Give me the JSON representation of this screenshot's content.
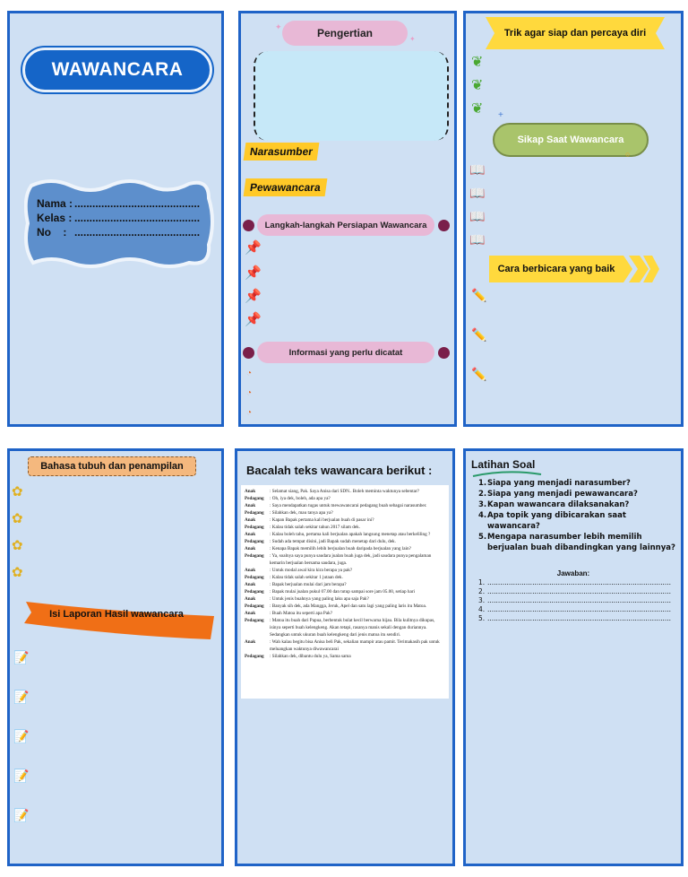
{
  "panel1": {
    "title": "WAWANCARA",
    "fields": [
      {
        "label": "Nama :",
        "dots": "............................................"
      },
      {
        "label": "Kelas :",
        "dots": "............................................"
      },
      {
        "label": "No    :",
        "dots": "............................................"
      }
    ]
  },
  "panel2": {
    "pengertian": "Pengertian",
    "narasumber": "Narasumber",
    "pewawancara": "Pewawancara",
    "langkah": "Langkah-langkah Persiapan Wawancara",
    "informasi": "Informasi yang perlu dicatat"
  },
  "panel3": {
    "trik": "Trik agar siap dan percaya diri",
    "sikap": "Sikap Saat Wawancara",
    "cara": "Cara berbicara yang baik"
  },
  "panel4": {
    "bahasa": "Bahasa tubuh dan penampilan",
    "isi": "Isi Laporan Hasil wawancara"
  },
  "panel5": {
    "title": "Bacalah teks wawancara berikut :",
    "lines": [
      {
        "spk": "Anak",
        "txt": ": Selamat siang, Pak. Saya Anisa dari SDN.. Boleh meminta waktunya sebentar?"
      },
      {
        "spk": "Pedagang",
        "txt": ": Oh, iya dek, boleh, ada apa ya?"
      },
      {
        "spk": "Anak",
        "txt": ": Saya mendapatkan tugas untuk mewawancarai pedagang buah sebagai narasumber."
      },
      {
        "spk": "Pedagang",
        "txt": ": Silahkan dek, mau tanya apa ya?"
      },
      {
        "spk": "Anak",
        "txt": ": Kapan Bapak pertama kali berjualan buah di pasar ini?"
      },
      {
        "spk": "Pedagang",
        "txt": ": Kalau tidak salah sekitar tahun 2017 silam dek."
      },
      {
        "spk": "Anak",
        "txt": ": Kalau boleh tahu, pertama kali berjualan apakah langsung menetap atau berkeliling ?"
      },
      {
        "spk": "Pedagang",
        "txt": ": Sudah ada tempat disini, jadi Bapak sudah menetap dari dulu, dek."
      },
      {
        "spk": "Anak",
        "txt": ": Kenapa Bapak memilih lebih berjualan buah daripada berjualan yang lain?"
      },
      {
        "spk": "Pedagang",
        "txt": ": Ya, soalnya saya punya saudara jualan buah juga dek, jadi saudara punya pengalaman kemarin berjualan bersama saudara, juga."
      },
      {
        "spk": "Anak",
        "txt": ": Untuk modal awal kira kira berapa ya pak?"
      },
      {
        "spk": "Pedagang",
        "txt": ": Kalau tidak salah sekitar 1 jutaan dek."
      },
      {
        "spk": "Anak",
        "txt": ": Bapak berjualan mulai dari jam berapa?"
      },
      {
        "spk": "Pedagang",
        "txt": ": Bapak mulai jualan pukul 07.00 dan tutup sampai sore jam 05.00, setiap hari"
      },
      {
        "spk": "Anak",
        "txt": ": Untuk jenis buahnya yang paling laku apa saja Pak?"
      },
      {
        "spk": "Pedagang",
        "txt": ": Banyak sih dek, ada Mangga, Jeruk, Apel dan satu lagi yang paling laris itu Matoa."
      },
      {
        "spk": "Anak",
        "txt": ": Buah Matoa itu seperti apa Pak?"
      },
      {
        "spk": "Pedagang",
        "txt": ": Matoa itu buah dari Papua, berbentuk bulat kecil berwarna hijau. Bila kulitnya dikupas, isinya seperti buah kelengkeng. Akan tetapi, rasanya manis sekali dengan duriannya. Sedangkan untuk ukuran buah kelengkeng dari jenis matoa itu sendiri."
      },
      {
        "spk": "Anak",
        "txt": ": Wah kalau begitu bisa Anisa beli Pak, sekalian mampir atau pamit. Terimakasih pak untuk meluangkan waktunya diwawancarai"
      },
      {
        "spk": "Pedagang",
        "txt": ": Silahkan dek, dibantu dulu ya, Sama sama"
      }
    ]
  },
  "panel6": {
    "title": "Latihan Soal",
    "questions": [
      {
        "n": "1.",
        "q": "Siapa yang menjadi narasumber?"
      },
      {
        "n": "2.",
        "q": "Siapa yang menjadi pewawancara?"
      },
      {
        "n": "3.",
        "q": "Kapan wawancara dilaksanakan?"
      },
      {
        "n": "4.",
        "q": "Apa topik yang dibicarakan saat wawancara?"
      },
      {
        "n": "5.",
        "q": "Mengapa narasumber lebih memilih berjualan buah dibandingkan yang lainnya?"
      }
    ],
    "jawaban": "Jawaban:",
    "answers": [
      "1.",
      "2.",
      "3.",
      "4.",
      "5."
    ],
    "answer_dots": "........................................................................................................................................................"
  }
}
